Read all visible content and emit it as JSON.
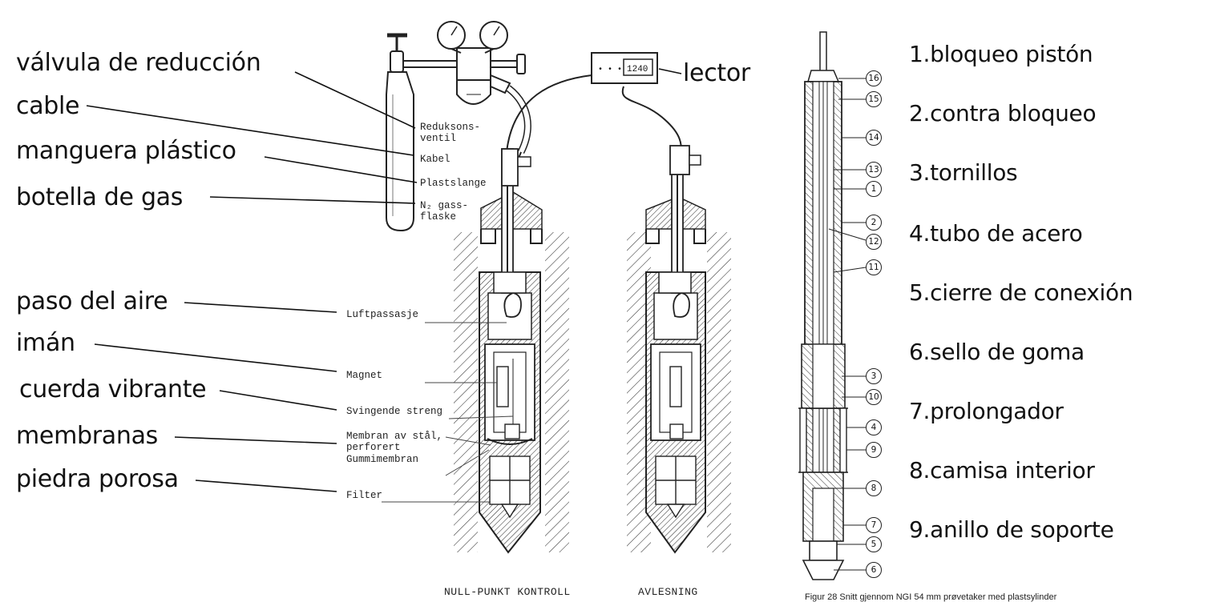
{
  "spanish_labels": [
    "válvula de reducción",
    "cable",
    "manguera plástico",
    "botella de gas",
    "paso del aire",
    "imán",
    "cuerda vibrante",
    "membranas",
    "piedra porosa"
  ],
  "lector_label": "lector",
  "norwegian_labels": {
    "reduksjonsventil": "Reduksons-\nventil",
    "kabel": "Kabel",
    "plastslange": "Plastslange",
    "gassflaske": "N₂ gass-\nflaske",
    "luftpassasje": "Luftpassasje",
    "magnet": "Magnet",
    "streng": "Svingende streng",
    "membran": "Membran av stål,\nperforert\nGummimembran",
    "filter": "Filter"
  },
  "reader_display": "1240",
  "reader_buttons": "• • •",
  "bottom_captions": {
    "left": "NULL-PUNKT KONTROLL",
    "right": "AVLESNING"
  },
  "figure_caption": "Figur 28  Snitt gjennom NGI 54 mm prøvetaker med plastsylinder",
  "sampler_callouts": [
    "16",
    "15",
    "14",
    "13",
    "1",
    "2",
    "12",
    "11",
    "3",
    "10",
    "4",
    "9",
    "8",
    "7",
    "5",
    "6"
  ],
  "legend": [
    "1.bloqueo pistón",
    "2.contra bloqueo",
    "3.tornillos",
    "4.tubo de acero",
    "5.cierre de conexión",
    "6.sello de goma",
    "7.prolongador",
    "8.camisa interior",
    "9.anillo de soporte"
  ]
}
